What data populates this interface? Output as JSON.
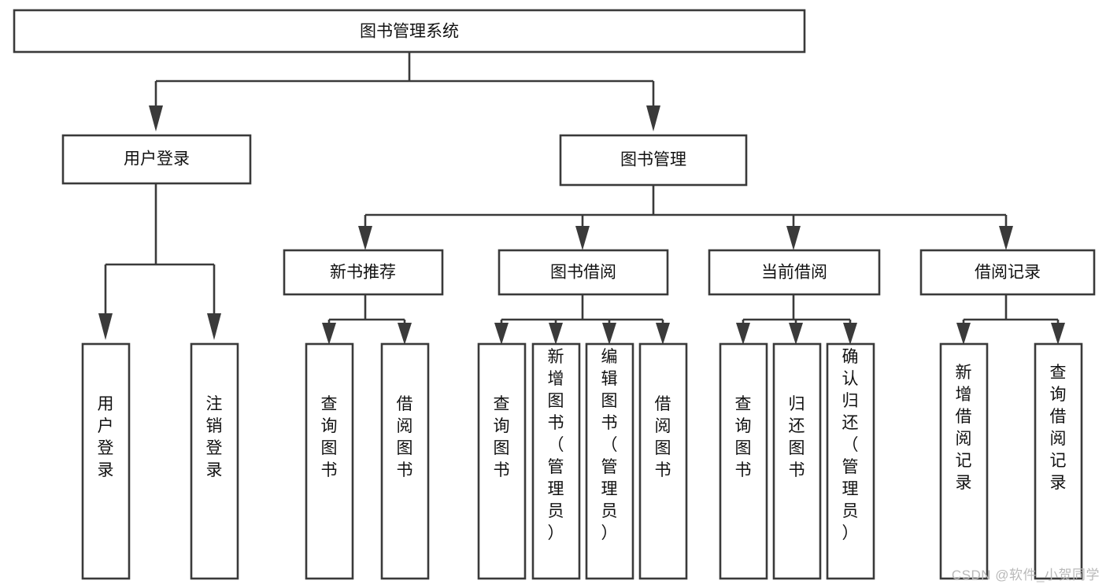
{
  "diagram": {
    "type": "tree-hierarchy",
    "title": "图书管理系统",
    "orientation": "top-down",
    "colors": {
      "stroke": "#3a3a3a",
      "box_fill": "#ffffff",
      "text": "#111111",
      "background": "#ffffff",
      "watermark": "#b9b9b9"
    },
    "root": {
      "label": "图书管理系统",
      "level": 0
    },
    "level1": [
      {
        "label": "用户登录",
        "level": 1
      },
      {
        "label": "图书管理",
        "level": 1
      }
    ],
    "level2": [
      {
        "label": "新书推荐",
        "level": 2,
        "parent": "图书管理"
      },
      {
        "label": "图书借阅",
        "level": 2,
        "parent": "图书管理"
      },
      {
        "label": "当前借阅",
        "level": 2,
        "parent": "图书管理"
      },
      {
        "label": "借阅记录",
        "level": 2,
        "parent": "图书管理"
      }
    ],
    "leaves": {
      "user_login": [
        {
          "label": "用户登录"
        },
        {
          "label": "注销登录"
        }
      ],
      "new_book_recommend": [
        {
          "label": "查询图书"
        },
        {
          "label": "借阅图书"
        }
      ],
      "book_borrow": [
        {
          "label": "查询图书"
        },
        {
          "label": "新增图书（管理员）"
        },
        {
          "label": "编辑图书（管理员）"
        },
        {
          "label": "借阅图书"
        }
      ],
      "current_borrow": [
        {
          "label": "查询图书"
        },
        {
          "label": "归还图书"
        },
        {
          "label": "确认归还（管理员）"
        }
      ],
      "borrow_record": [
        {
          "label": "新增借阅记录"
        },
        {
          "label": "查询借阅记录"
        }
      ]
    },
    "watermark": "CSDN @软件_小贺同学"
  }
}
